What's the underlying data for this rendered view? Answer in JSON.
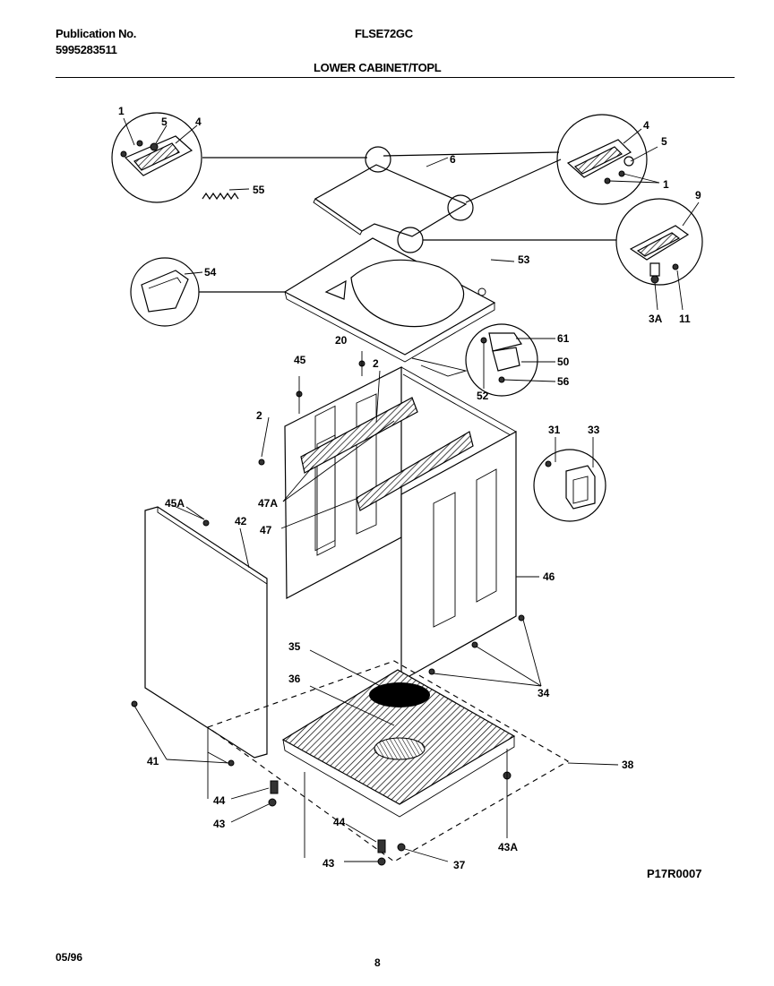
{
  "header": {
    "publication_label": "Publication No.",
    "publication_number": "5995283511",
    "model": "FLSE72GC",
    "section_title": "LOWER CABINET/TOPL"
  },
  "footer": {
    "date": "05/96",
    "page": "8",
    "figure_code": "P17R0007"
  },
  "callouts": {
    "c1a": "1",
    "c5a": "5",
    "c4a": "4",
    "c55": "55",
    "c6": "6",
    "c4b": "4",
    "c5b": "5",
    "c1b": "1",
    "c9": "9",
    "c3a": "3A",
    "c11": "11",
    "c54": "54",
    "c53": "53",
    "c20": "20",
    "c45": "45",
    "c2a": "2",
    "c61": "61",
    "c50": "50",
    "c56": "56",
    "c52": "52",
    "c2b": "2",
    "c47a": "47A",
    "c47": "47",
    "c31": "31",
    "c33": "33",
    "c45a": "45A",
    "c42": "42",
    "c46": "46",
    "c35": "35",
    "c36": "36",
    "c34": "34",
    "c41": "41",
    "c38": "38",
    "c44a": "44",
    "c43a": "43",
    "c44b": "44",
    "c43b": "43",
    "c37": "37",
    "c43A": "43A"
  }
}
